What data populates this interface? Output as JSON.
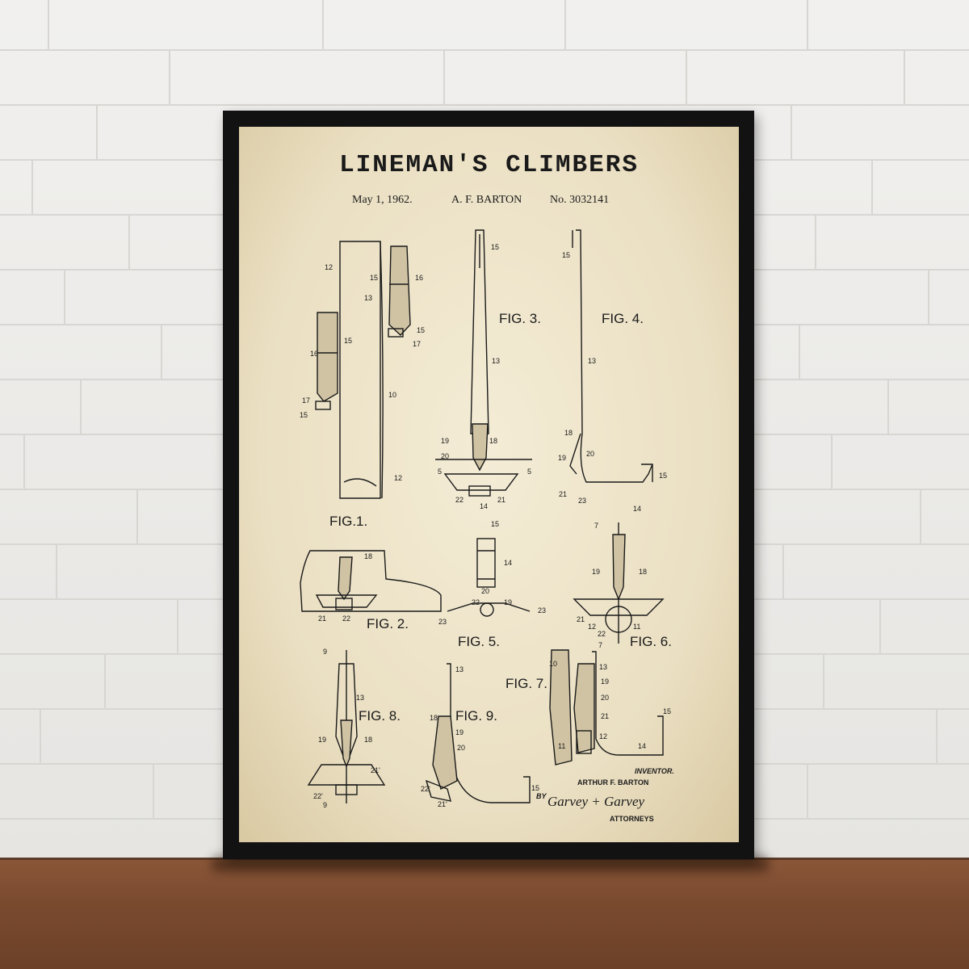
{
  "poster": {
    "title": "LINEMAN'S CLIMBERS",
    "date": "May 1, 1962.",
    "inventor_short": "A. F. BARTON",
    "patent_no": "No. 3032141"
  },
  "figures": {
    "fig1": "FIG.1.",
    "fig2": "FIG. 2.",
    "fig3": "FIG. 3.",
    "fig4": "FIG. 4.",
    "fig5": "FIG. 5.",
    "fig6": "FIG. 6.",
    "fig7": "FIG. 7.",
    "fig8": "FIG. 8.",
    "fig9": "FIG. 9."
  },
  "signature_block": {
    "inventor_label": "INVENTOR.",
    "inventor_name": "ARTHUR F. BARTON",
    "by": "BY",
    "attorneys_signature": "Garvey + Garvey",
    "attorneys_label": "ATTORNEYS"
  },
  "colors": {
    "frame": "#121212",
    "paper": "#efe6cc",
    "ink": "#1a1a1a",
    "floor": "#7a4a2f",
    "wall": "#ecebe8"
  }
}
